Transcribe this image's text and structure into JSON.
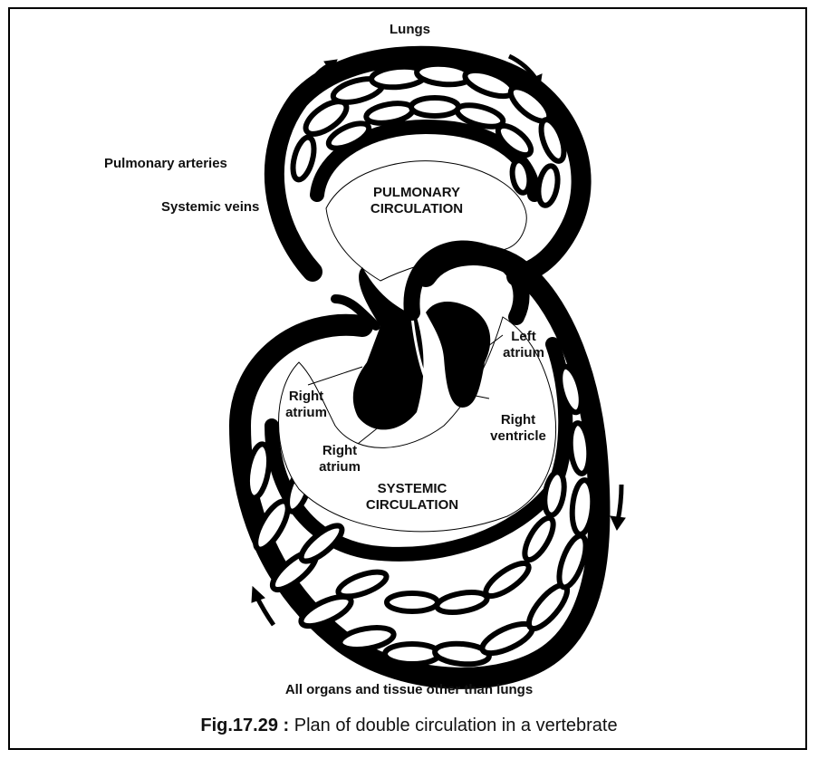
{
  "labels": {
    "lungs": "Lungs",
    "pulmonary_arteries": "Pulmonary arteries",
    "systemic_veins": "Systemic veins",
    "pulmonary_circulation_1": "PULMONARY",
    "pulmonary_circulation_2": "CIRCULATION",
    "left_atrium_1": "Left",
    "left_atrium_2": "atrium",
    "right_atrium_a_1": "Right",
    "right_atrium_a_2": "atrium",
    "right_atrium_b_1": "Right",
    "right_atrium_b_2": "atrium",
    "right_ventricle_1": "Right",
    "right_ventricle_2": "ventricle",
    "systemic_circulation_1": "SYSTEMIC",
    "systemic_circulation_2": "CIRCULATION",
    "organs": "All organs and tissue other than lungs"
  },
  "caption": {
    "number": "Fig.17.29 :",
    "text": " Plan of double circulation in a vertebrate"
  },
  "colors": {
    "ink": "#000000",
    "background": "#ffffff"
  }
}
